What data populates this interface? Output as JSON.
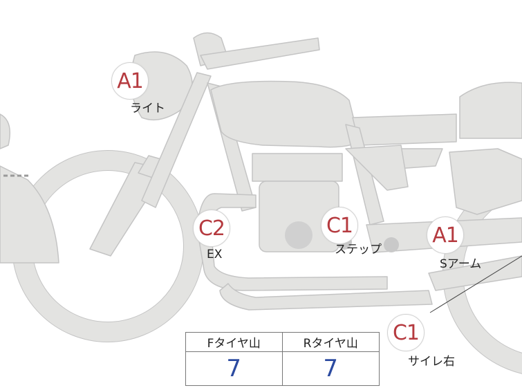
{
  "colors": {
    "body_fill": "#e3e3e1",
    "body_stroke": "#c4c4c4",
    "badge_text": "#b53a3f",
    "value_text": "#2b4aa0"
  },
  "markers": [
    {
      "code": "A1",
      "label": "ライト"
    },
    {
      "code": "C2",
      "label": "EX"
    },
    {
      "code": "C1",
      "label": "ステップ"
    },
    {
      "code": "A1",
      "label": "Sアーム"
    },
    {
      "code": "C1",
      "label": "サイレ右"
    }
  ],
  "tire_table": {
    "headers": [
      "Fタイヤ山",
      "Rタイヤ山"
    ],
    "values": [
      "7",
      "7"
    ]
  }
}
